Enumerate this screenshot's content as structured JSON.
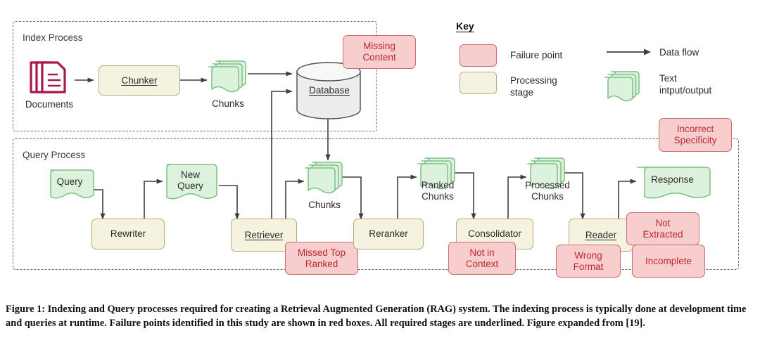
{
  "figure": {
    "caption": "Figure 1: Indexing and Query processes required for creating a Retrieval Augmented Generation (RAG) system. The indexing process is typically done at development time and queries at runtime. Failure points identified in this study are shown in red boxes. All required stages are underlined. Figure expanded from [19]."
  },
  "colors": {
    "failure_fill": "#f8cdcd",
    "failure_border": "#cc6d6d",
    "failure_text": "#c0272d",
    "stage_fill": "#f6f2e0",
    "stage_border": "#b3ac7e",
    "text_fill": "#d9f0d9",
    "text_border": "#7cbf86",
    "documents_icon": "#a8174e",
    "arrow": "#444444",
    "container_border": "#6b6b6b"
  },
  "index_process": {
    "label": "Index Process",
    "documents_label": "Documents",
    "chunker_label": "Chunker",
    "chunks_label": "Chunks",
    "database_label": "Database",
    "missing_content_label": "Missing\nContent"
  },
  "query_process": {
    "label": "Query Process",
    "query_label": "Query",
    "rewriter_label": "Rewriter",
    "new_query_label": "New\nQuery",
    "retriever_label": "Retriever",
    "missed_top_ranked_label": "Missed Top\nRanked",
    "chunks_label": "Chunks",
    "reranker_label": "Reranker",
    "ranked_chunks_label": "Ranked\nChunks",
    "consolidator_label": "Consolidator",
    "not_in_context_label": "Not in\nContext",
    "processed_chunks_label": "Processed\nChunks",
    "reader_label": "Reader",
    "wrong_format_label": "Wrong\nFormat",
    "not_extracted_label": "Not\nExtracted",
    "incomplete_label": "Incomplete",
    "response_label": "Response",
    "incorrect_specificity_label": "Incorrect\nSpecificity"
  },
  "key": {
    "title": "Key",
    "failure_point_label": "Failure point",
    "processing_stage_label": "Processing\nstage",
    "data_flow_label": "Data flow",
    "text_io_label": "Text\nintput/output"
  },
  "underlined_stages": [
    "Chunker",
    "Database",
    "Retriever",
    "Reader"
  ]
}
